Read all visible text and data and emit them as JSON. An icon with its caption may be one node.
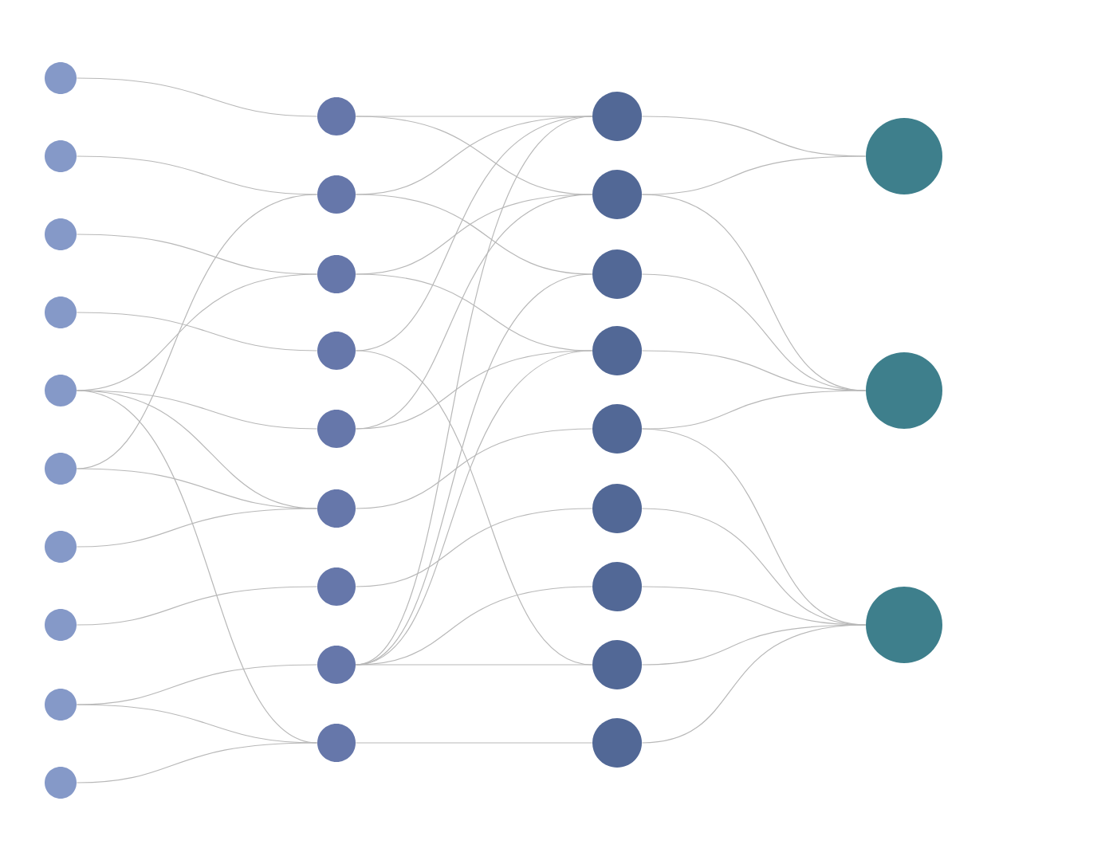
{
  "diagram": {
    "nodes": [
      {
        "text": [],
        "shape": "circle"
      },
      {
        "text": [],
        "shape": "circle"
      },
      {
        "text": [],
        "shape": "circle"
      },
      {
        "text": [],
        "shape": "circle"
      },
      {
        "text": [],
        "shape": "circle"
      },
      {
        "text": [],
        "shape": "circle"
      },
      {
        "text": [],
        "shape": "circle"
      },
      {
        "text": [],
        "shape": "circle"
      },
      {
        "text": [],
        "shape": "circle"
      },
      {
        "text": [],
        "shape": "circle"
      },
      {
        "text": [],
        "shape": "circle"
      },
      {
        "text": [],
        "shape": "circle"
      },
      {
        "text": [],
        "shape": "circle"
      },
      {
        "text": [],
        "shape": "circle"
      },
      {
        "text": [],
        "shape": "circle"
      },
      {
        "text": [],
        "shape": "circle"
      },
      {
        "text": [],
        "shape": "circle"
      },
      {
        "text": [],
        "shape": "circle"
      },
      {
        "text": [],
        "shape": "circle"
      },
      {
        "text": [],
        "shape": "circle"
      },
      {
        "text": [],
        "shape": "circle"
      },
      {
        "text": [],
        "shape": "circle"
      },
      {
        "text": [],
        "shape": "circle"
      },
      {
        "text": [],
        "shape": "circle"
      },
      {
        "text": [],
        "shape": "circle"
      },
      {
        "text": [],
        "shape": "circle"
      },
      {
        "text": [],
        "shape": "circle"
      },
      {
        "text": [],
        "shape": "circle"
      },
      {
        "text": [],
        "shape": "circle"
      },
      {
        "text": [],
        "shape": "circle"
      },
      {
        "text": [],
        "shape": "circle"
      }
    ],
    "edges": [
      {
        "from": 0,
        "to": 10,
        "arrow": "none"
      },
      {
        "from": 1,
        "to": 11,
        "arrow": "none"
      },
      {
        "from": 2,
        "to": 12,
        "arrow": "none"
      },
      {
        "from": 3,
        "to": 13,
        "arrow": "none"
      },
      {
        "from": 4,
        "to": 12,
        "arrow": "none"
      },
      {
        "from": 4,
        "to": 14,
        "arrow": "none"
      },
      {
        "from": 4,
        "to": 15,
        "arrow": "none"
      },
      {
        "from": 4,
        "to": 18,
        "arrow": "none"
      },
      {
        "from": 5,
        "to": 11,
        "arrow": "none"
      },
      {
        "from": 5,
        "to": 15,
        "arrow": "none"
      },
      {
        "from": 6,
        "to": 15,
        "arrow": "none"
      },
      {
        "from": 7,
        "to": 16,
        "arrow": "none"
      },
      {
        "from": 8,
        "to": 17,
        "arrow": "none"
      },
      {
        "from": 8,
        "to": 18,
        "arrow": "none"
      },
      {
        "from": 9,
        "to": 18,
        "arrow": "none"
      },
      {
        "from": 10,
        "to": 19,
        "arrow": "none"
      },
      {
        "from": 10,
        "to": 20,
        "arrow": "none"
      },
      {
        "from": 11,
        "to": 19,
        "arrow": "none"
      },
      {
        "from": 11,
        "to": 21,
        "arrow": "none"
      },
      {
        "from": 12,
        "to": 20,
        "arrow": "none"
      },
      {
        "from": 12,
        "to": 22,
        "arrow": "none"
      },
      {
        "from": 13,
        "to": 19,
        "arrow": "none"
      },
      {
        "from": 13,
        "to": 26,
        "arrow": "none"
      },
      {
        "from": 14,
        "to": 20,
        "arrow": "none"
      },
      {
        "from": 14,
        "to": 22,
        "arrow": "none"
      },
      {
        "from": 15,
        "to": 23,
        "arrow": "none"
      },
      {
        "from": 16,
        "to": 24,
        "arrow": "none"
      },
      {
        "from": 17,
        "to": 19,
        "arrow": "none"
      },
      {
        "from": 17,
        "to": 21,
        "arrow": "none"
      },
      {
        "from": 17,
        "to": 22,
        "arrow": "none"
      },
      {
        "from": 17,
        "to": 25,
        "arrow": "none"
      },
      {
        "from": 17,
        "to": 26,
        "arrow": "none"
      },
      {
        "from": 18,
        "to": 27,
        "arrow": "none"
      },
      {
        "from": 19,
        "to": 28,
        "arrow": "none"
      },
      {
        "from": 20,
        "to": 28,
        "arrow": "none"
      },
      {
        "from": 20,
        "to": 29,
        "arrow": "none"
      },
      {
        "from": 21,
        "to": 29,
        "arrow": "none"
      },
      {
        "from": 22,
        "to": 29,
        "arrow": "none"
      },
      {
        "from": 23,
        "to": 29,
        "arrow": "none"
      },
      {
        "from": 23,
        "to": 30,
        "arrow": "none"
      },
      {
        "from": 24,
        "to": 30,
        "arrow": "none"
      },
      {
        "from": 25,
        "to": 30,
        "arrow": "none"
      },
      {
        "from": 26,
        "to": 30,
        "arrow": "none"
      },
      {
        "from": 27,
        "to": 30,
        "arrow": "none"
      }
    ]
  }
}
